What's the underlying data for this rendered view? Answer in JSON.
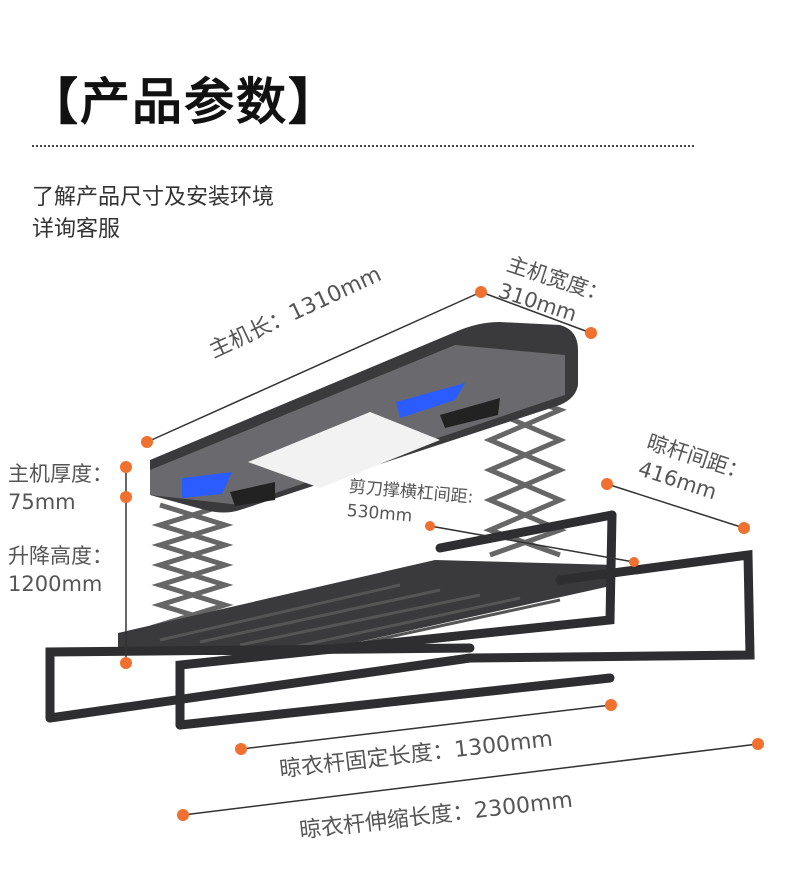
{
  "header": {
    "title": "【产品参数】",
    "subtitle_line1": "了解产品尺寸及安装环境",
    "subtitle_line2": "详询客服"
  },
  "colors": {
    "accent": "#f07030",
    "text": "#555555",
    "product": "#3a3a3c",
    "led": "#2a5cff"
  },
  "specs": {
    "length": {
      "label": "主机长：1310mm"
    },
    "width": {
      "label": "主机宽度：",
      "value": "310mm"
    },
    "thickness": {
      "label": "主机厚度：",
      "value": "75mm"
    },
    "lift": {
      "label": "升降高度：",
      "value": "1200mm"
    },
    "rod_spacing": {
      "label": "晾杆间距：",
      "value": "416mm"
    },
    "scissor_spacing": {
      "label": "剪刀撑横杠间距:",
      "value": "530mm"
    },
    "fixed_length": {
      "label": "晾衣杆固定长度：1300mm"
    },
    "extended_length": {
      "label": "晾衣杆伸缩长度：2300mm"
    }
  }
}
